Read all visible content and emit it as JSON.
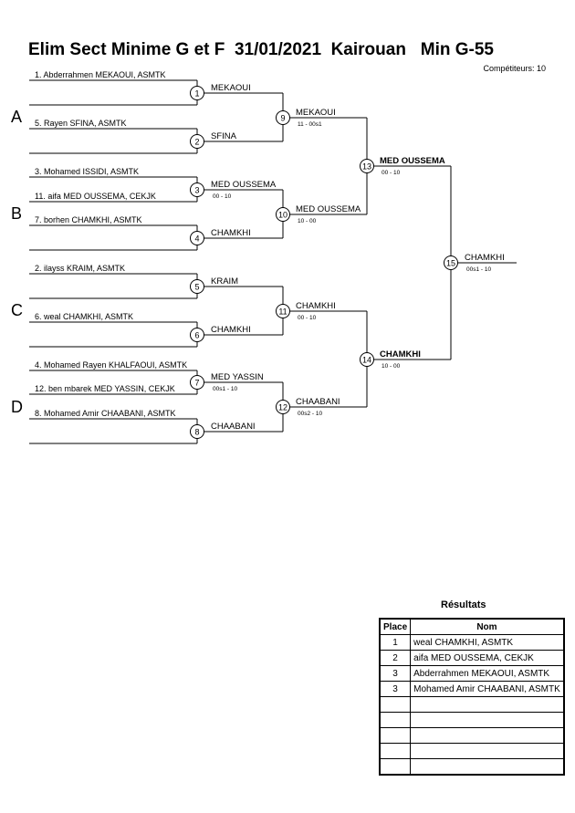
{
  "header": {
    "title": "Elim Sect Minime G et F  31/01/2021  Kairouan   Min G-55",
    "competitors": "Compétiteurs: 10"
  },
  "pools": [
    "A",
    "B",
    "C",
    "D"
  ],
  "entries": [
    "1. Abderrahmen MEKAOUI, ASMTK",
    "5. Rayen SFINA, ASMTK",
    "3. Mohamed ISSIDI, ASMTK",
    "11. aifa MED OUSSEMA, CEKJK",
    "7. borhen CHAMKHI, ASMTK",
    "2. ilayss KRAIM, ASMTK",
    "6. weal CHAMKHI, ASMTK",
    "4. Mohamed Rayen KHALFAOUI, ASMTK",
    "12. ben mbarek MED YASSIN, CEKJK",
    "8. Mohamed Amir CHAABANI, ASMTK"
  ],
  "matches": [
    {
      "num": "1",
      "winner": "MEKAOUI",
      "score": ""
    },
    {
      "num": "2",
      "winner": "SFINA",
      "score": ""
    },
    {
      "num": "3",
      "winner": "MED OUSSEMA",
      "score": "00 - 10"
    },
    {
      "num": "4",
      "winner": "CHAMKHI",
      "score": ""
    },
    {
      "num": "5",
      "winner": "KRAIM",
      "score": ""
    },
    {
      "num": "6",
      "winner": "CHAMKHI",
      "score": ""
    },
    {
      "num": "7",
      "winner": "MED YASSIN",
      "score": "00s1 - 10"
    },
    {
      "num": "8",
      "winner": "CHAABANI",
      "score": ""
    },
    {
      "num": "9",
      "winner": "MEKAOUI",
      "score": "11 - 00s1"
    },
    {
      "num": "10",
      "winner": "MED OUSSEMA",
      "score": "10 - 00"
    },
    {
      "num": "11",
      "winner": "CHAMKHI",
      "score": "00 - 10"
    },
    {
      "num": "12",
      "winner": "CHAABANI",
      "score": "00s2 - 10"
    },
    {
      "num": "13",
      "winner": "MED OUSSEMA",
      "score": "00 - 10"
    },
    {
      "num": "14",
      "winner": "CHAMKHI",
      "score": "10 - 00"
    },
    {
      "num": "15",
      "winner": "CHAMKHI",
      "score": "00s1 - 10"
    }
  ],
  "results": {
    "title": "Résultats",
    "headers": {
      "place": "Place",
      "name": "Nom"
    },
    "rows": [
      {
        "place": "1",
        "name": "weal CHAMKHI, ASMTK"
      },
      {
        "place": "2",
        "name": "aifa MED OUSSEMA, CEKJK"
      },
      {
        "place": "3",
        "name": "Abderrahmen MEKAOUI, ASMTK"
      },
      {
        "place": "3",
        "name": "Mohamed Amir CHAABANI, ASMTK"
      },
      {
        "place": "",
        "name": ""
      },
      {
        "place": "",
        "name": ""
      },
      {
        "place": "",
        "name": ""
      },
      {
        "place": "",
        "name": ""
      },
      {
        "place": "",
        "name": ""
      }
    ]
  }
}
